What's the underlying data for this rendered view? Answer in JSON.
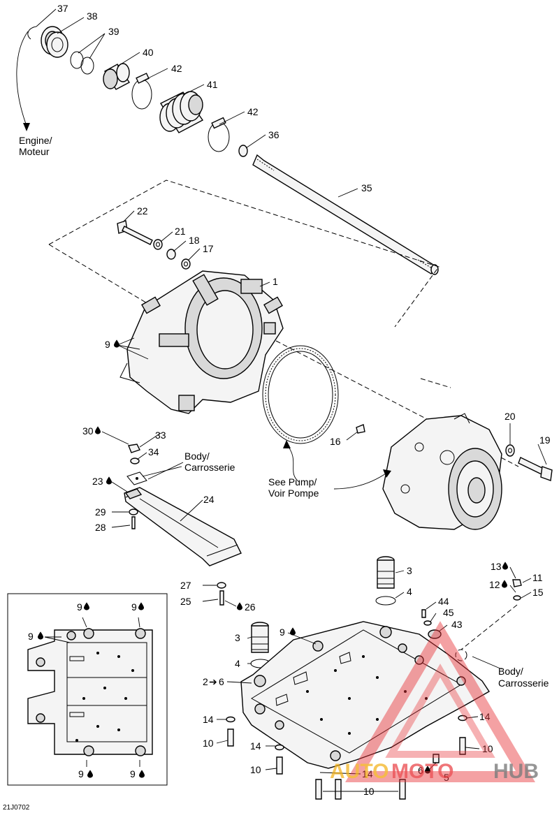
{
  "diagram_code": "21J0702",
  "labels": {
    "engine": [
      "Engine/",
      "Moteur"
    ],
    "body_top": [
      "Body/",
      "Carrosserie"
    ],
    "body_right": [
      "Body/",
      "Carrosserie"
    ],
    "pump": [
      "See Pump/",
      "Voir Pompe"
    ]
  },
  "watermark": {
    "part1": "AUTO",
    "part2": "MOTO",
    "part3": "HUB"
  },
  "colors": {
    "watermark_red": "#e8353a",
    "watermark_yellow": "#f3b21b",
    "watermark_gray": "#666666"
  },
  "callouts": {
    "c37": "37",
    "c38": "38",
    "c39": "39",
    "c40": "40",
    "c42a": "42",
    "c41": "41",
    "c42b": "42",
    "c36": "36",
    "c35": "35",
    "c22": "22",
    "c21": "21",
    "c18": "18",
    "c17": "17",
    "c1": "1",
    "c9a": "9",
    "c20": "20",
    "c19": "19",
    "c16": "16",
    "c30": "30",
    "c33": "33",
    "c34": "34",
    "c23": "23",
    "c24": "24",
    "c29": "29",
    "c28": "28",
    "c27": "27",
    "c25": "25",
    "c26": "26",
    "c3a": "3",
    "c4a": "4",
    "c13": "13",
    "c11": "11",
    "c12": "12",
    "c15": "15",
    "c44": "44",
    "c45": "45",
    "c43": "43",
    "c3b": "3",
    "c4b": "4",
    "c9b": "9",
    "c2": "2",
    "c6": "6",
    "c14a": "14",
    "c10a": "10",
    "c14b": "14",
    "c10b": "10",
    "c14c": "14",
    "c10c": "10",
    "c14d": "14",
    "c10d": "10",
    "c5": "5",
    "c6b": "6",
    "i9a": "9",
    "i9b": "9",
    "i9c": "9",
    "i9d": "9",
    "i9e": "9"
  }
}
